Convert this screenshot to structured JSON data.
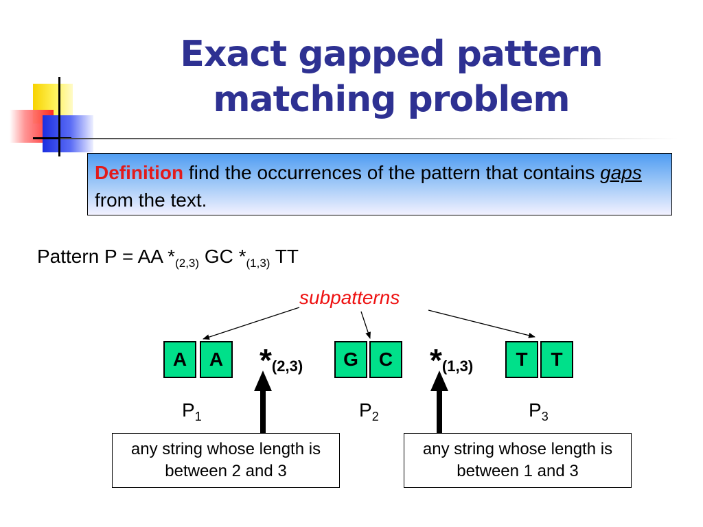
{
  "title": {
    "line1": "Exact gapped pattern",
    "line2": "matching problem"
  },
  "definition": {
    "term": "Definition",
    "text_before": " find the occurrences of the pattern that contains ",
    "emphasis": "gaps",
    "text_after": " from the text."
  },
  "pattern": {
    "prefix": "Pattern P = AA *",
    "gap1_sub": "(2,3)",
    "middle": " GC *",
    "gap2_sub": "(1,3)",
    "suffix": " TT"
  },
  "subpatterns_label": "subpatterns",
  "subpatterns": [
    {
      "letters": [
        "A",
        "A"
      ],
      "label": "P",
      "index": "1"
    },
    {
      "letters": [
        "G",
        "C"
      ],
      "label": "P",
      "index": "2"
    },
    {
      "letters": [
        "T",
        "T"
      ],
      "label": "P",
      "index": "3"
    }
  ],
  "gaps": [
    {
      "star": "*",
      "range": "(2,3)",
      "note": "any string whose length is between 2 and 3"
    },
    {
      "star": "*",
      "range": "(1,3)",
      "note": "any string whose length is between 1 and 3"
    }
  ],
  "colors": {
    "title": "#2e3192",
    "definition_term": "#e21b1b",
    "subpatterns_label": "#ee1111",
    "cell_fill": "#00e08a"
  }
}
